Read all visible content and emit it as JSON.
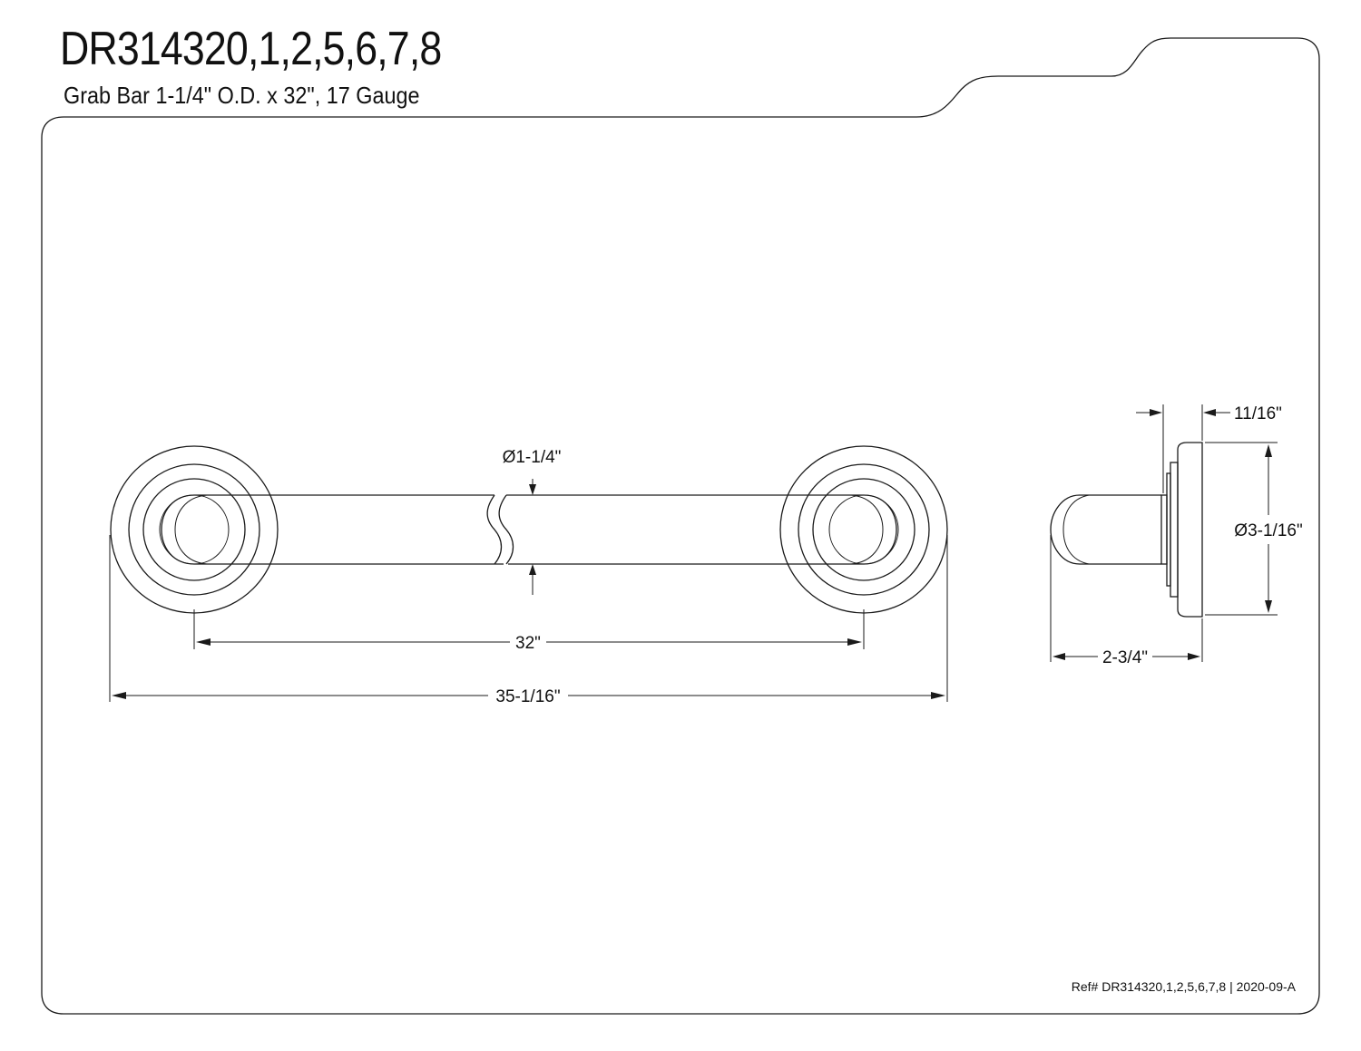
{
  "header": {
    "title": "DR314320,1,2,5,6,7,8",
    "subtitle": "Grab Bar 1-1/4\" O.D. x 32\", 17 Gauge"
  },
  "footer": {
    "reference": "Ref# DR314320,1,2,5,6,7,8 | 2020-09-A"
  },
  "dimensions": {
    "tube_diameter": "Ø1-1/4\"",
    "center_to_center": "32\"",
    "overall_length": "35-1/16\"",
    "flange_depth": "11/16\"",
    "flange_diameter": "Ø3-1/16\"",
    "projection": "2-3/4\""
  }
}
